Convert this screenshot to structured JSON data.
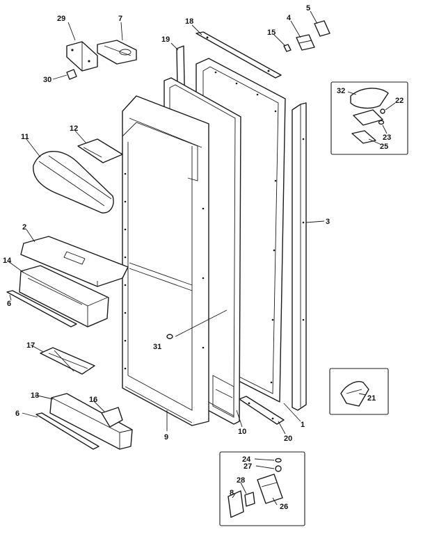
{
  "callouts": [
    "29",
    "7",
    "18",
    "5",
    "4",
    "15",
    "19",
    "30",
    "32",
    "22",
    "23",
    "25",
    "11",
    "12",
    "3",
    "2",
    "14",
    "6",
    "31",
    "17",
    "21",
    "13",
    "16",
    "6",
    "1",
    "9",
    "10",
    "20",
    "24",
    "27",
    "28",
    "8",
    "26"
  ]
}
